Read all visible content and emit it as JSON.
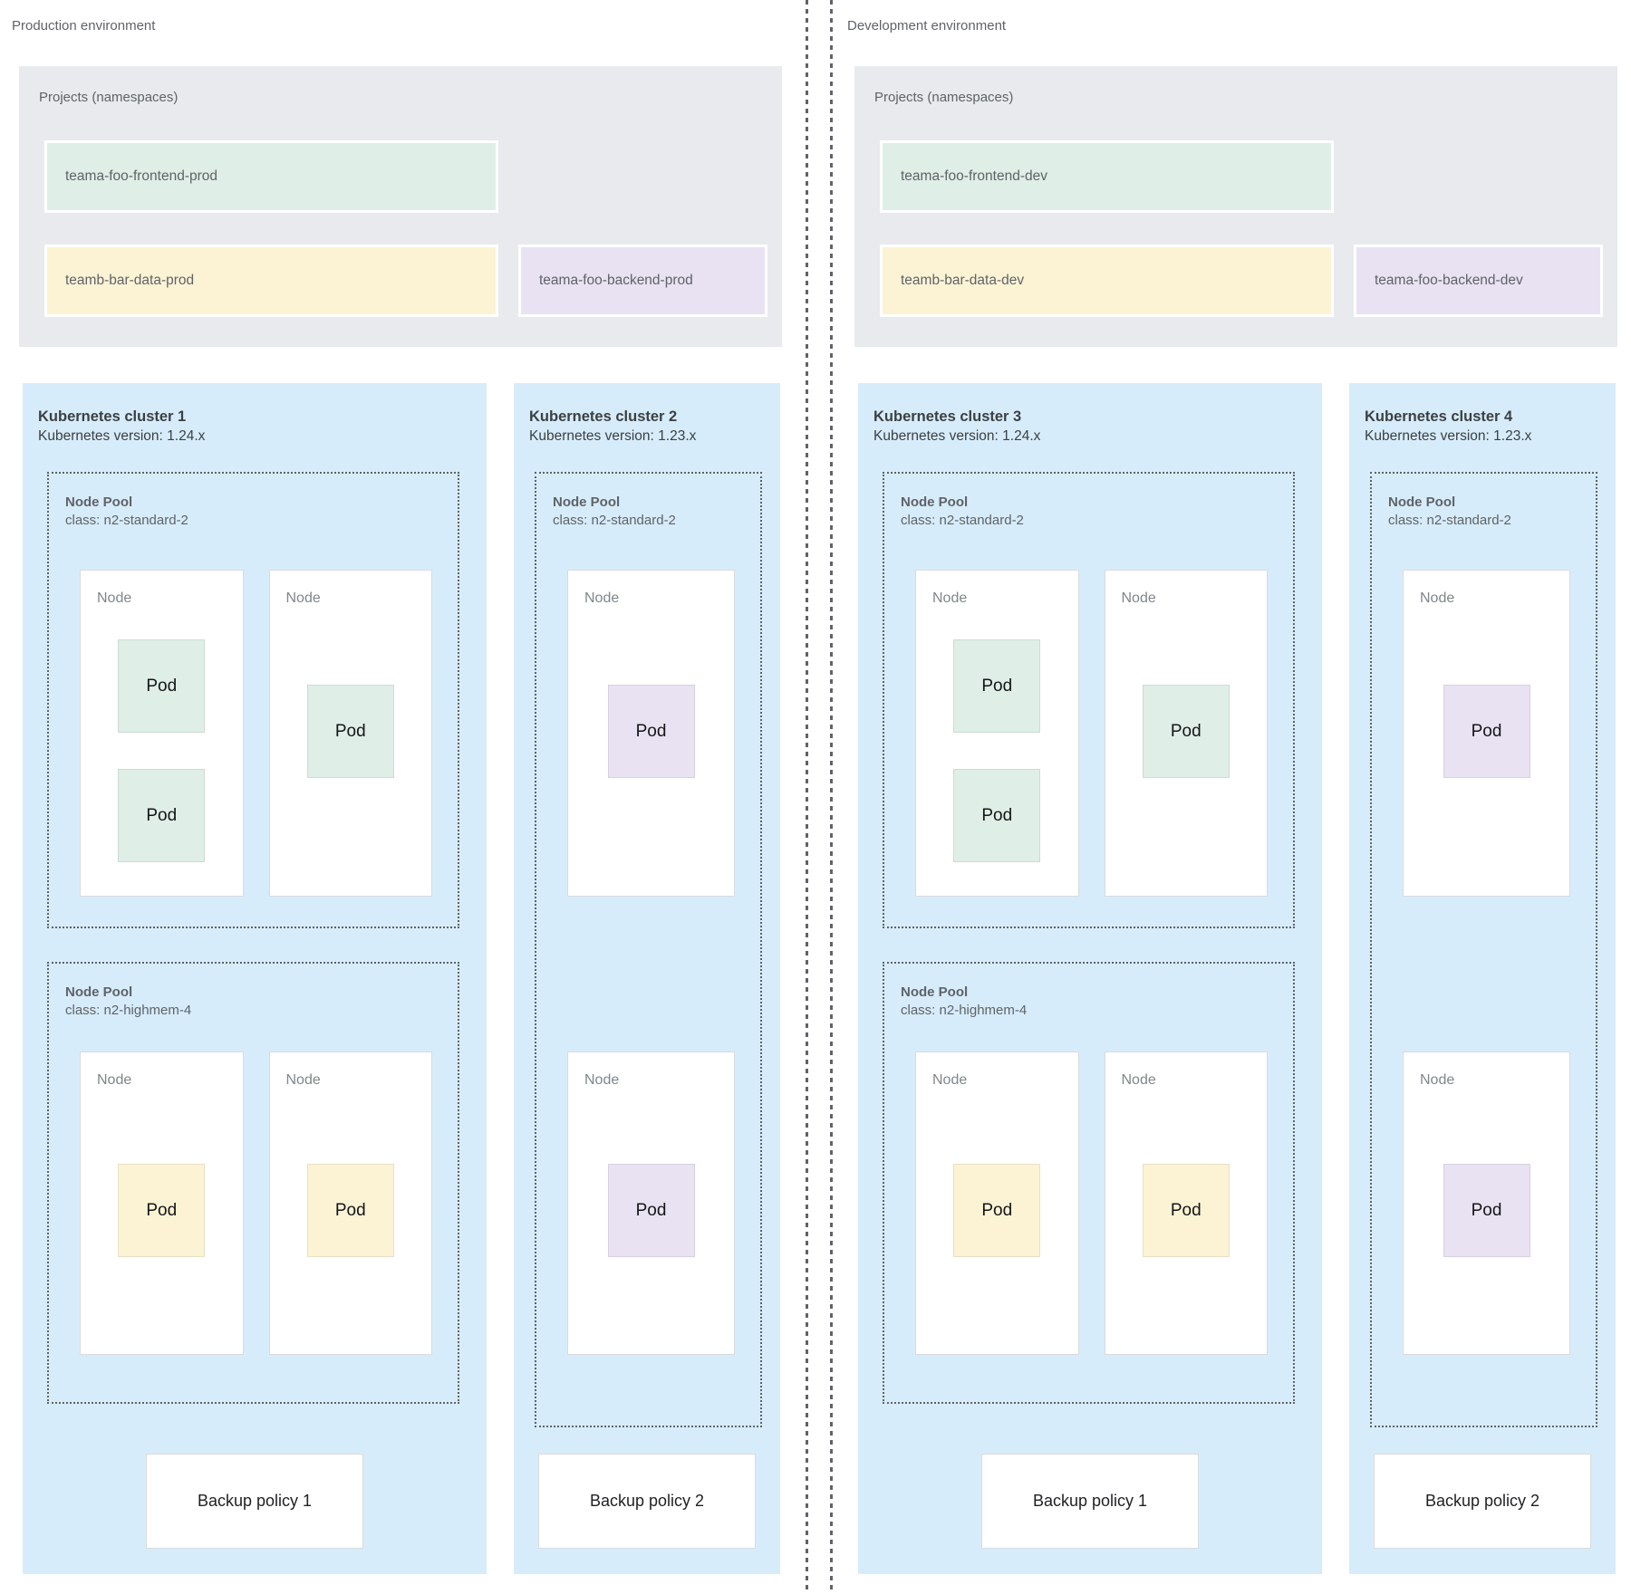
{
  "palette": {
    "projects_bg": "#e8eaed",
    "cluster_bg": "#d7ecfa",
    "green": "#dfeee6",
    "yellow": "#fcf3d5",
    "purple": "#e9e2f3",
    "dash": "#5f6368"
  },
  "production": {
    "label": "Production environment",
    "projects_title": "Projects (namespaces)",
    "projects": [
      {
        "name": "teama-foo-frontend-prod",
        "color": "green"
      },
      {
        "name": "teamb-bar-data-prod",
        "color": "yellow"
      },
      {
        "name": "teama-foo-backend-prod",
        "color": "purple"
      }
    ],
    "clusters": [
      {
        "title": "Kubernetes cluster 1",
        "version": "Kubernetes version: 1.24.x",
        "backup_policy": "Backup policy 1",
        "pools": [
          {
            "title": "Node Pool",
            "class": "class: n2-standard-2",
            "nodes": [
              {
                "label": "Node",
                "pods": [
                  {
                    "label": "Pod",
                    "color": "green"
                  },
                  {
                    "label": "Pod",
                    "color": "green"
                  }
                ]
              },
              {
                "label": "Node",
                "pods": [
                  {
                    "label": "Pod",
                    "color": "green"
                  }
                ]
              }
            ]
          },
          {
            "title": "Node Pool",
            "class": "class: n2-highmem-4",
            "nodes": [
              {
                "label": "Node",
                "pods": [
                  {
                    "label": "Pod",
                    "color": "yellow"
                  }
                ]
              },
              {
                "label": "Node",
                "pods": [
                  {
                    "label": "Pod",
                    "color": "yellow"
                  }
                ]
              }
            ]
          }
        ]
      },
      {
        "title": "Kubernetes cluster 2",
        "version": "Kubernetes version: 1.23.x",
        "backup_policy": "Backup policy 2",
        "pools": [
          {
            "title": "Node Pool",
            "class": "class: n2-standard-2",
            "nodes": [
              {
                "label": "Node",
                "pods": [
                  {
                    "label": "Pod",
                    "color": "purple"
                  }
                ]
              },
              {
                "label": "Node",
                "pods": [
                  {
                    "label": "Pod",
                    "color": "purple"
                  }
                ]
              }
            ]
          }
        ]
      }
    ]
  },
  "development": {
    "label": "Development environment",
    "projects_title": "Projects (namespaces)",
    "projects": [
      {
        "name": "teama-foo-frontend-dev",
        "color": "green"
      },
      {
        "name": "teamb-bar-data-dev",
        "color": "yellow"
      },
      {
        "name": "teama-foo-backend-dev",
        "color": "purple"
      }
    ],
    "clusters": [
      {
        "title": "Kubernetes cluster 3",
        "version": "Kubernetes version: 1.24.x",
        "backup_policy": "Backup policy 1",
        "pools": [
          {
            "title": "Node Pool",
            "class": "class: n2-standard-2",
            "nodes": [
              {
                "label": "Node",
                "pods": [
                  {
                    "label": "Pod",
                    "color": "green"
                  },
                  {
                    "label": "Pod",
                    "color": "green"
                  }
                ]
              },
              {
                "label": "Node",
                "pods": [
                  {
                    "label": "Pod",
                    "color": "green"
                  }
                ]
              }
            ]
          },
          {
            "title": "Node Pool",
            "class": "class: n2-highmem-4",
            "nodes": [
              {
                "label": "Node",
                "pods": [
                  {
                    "label": "Pod",
                    "color": "yellow"
                  }
                ]
              },
              {
                "label": "Node",
                "pods": [
                  {
                    "label": "Pod",
                    "color": "yellow"
                  }
                ]
              }
            ]
          }
        ]
      },
      {
        "title": "Kubernetes cluster 4",
        "version": "Kubernetes version: 1.23.x",
        "backup_policy": "Backup policy 2",
        "pools": [
          {
            "title": "Node Pool",
            "class": "class: n2-standard-2",
            "nodes": [
              {
                "label": "Node",
                "pods": [
                  {
                    "label": "Pod",
                    "color": "purple"
                  }
                ]
              },
              {
                "label": "Node",
                "pods": [
                  {
                    "label": "Pod",
                    "color": "purple"
                  }
                ]
              }
            ]
          }
        ]
      }
    ]
  }
}
